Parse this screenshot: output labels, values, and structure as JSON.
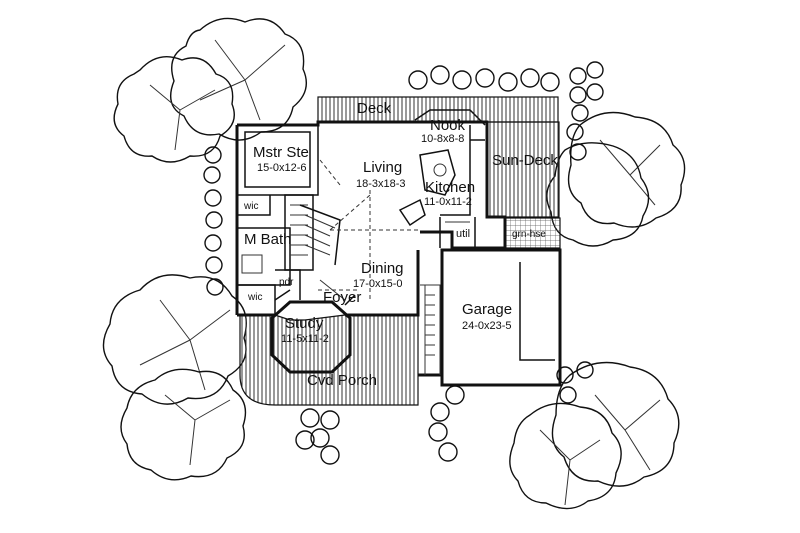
{
  "rooms": {
    "deck": "Deck",
    "nook": {
      "name": "Nook",
      "size": "10-8x8-8"
    },
    "mstr_ste": {
      "name": "Mstr Ste",
      "size": "15-0x12-6"
    },
    "living": {
      "name": "Living",
      "size": "18-3x18-3"
    },
    "sun_deck": "Sun-Deck",
    "kitchen": {
      "name": "Kitchen",
      "size": "11-0x11-2"
    },
    "wic_top": "wic",
    "util": "util",
    "grn_hse": "grn-hse",
    "m_bath": "M Bath",
    "dining": {
      "name": "Dining",
      "size": "17-0x15-0"
    },
    "pdr": "pdr",
    "wic_bottom": "wic",
    "foyer": "Foyer",
    "garage": {
      "name": "Garage",
      "size": "24-0x23-5"
    },
    "study": {
      "name": "Study",
      "size": "11-5x11-2"
    },
    "cvd_porch": "Cvd Porch"
  }
}
